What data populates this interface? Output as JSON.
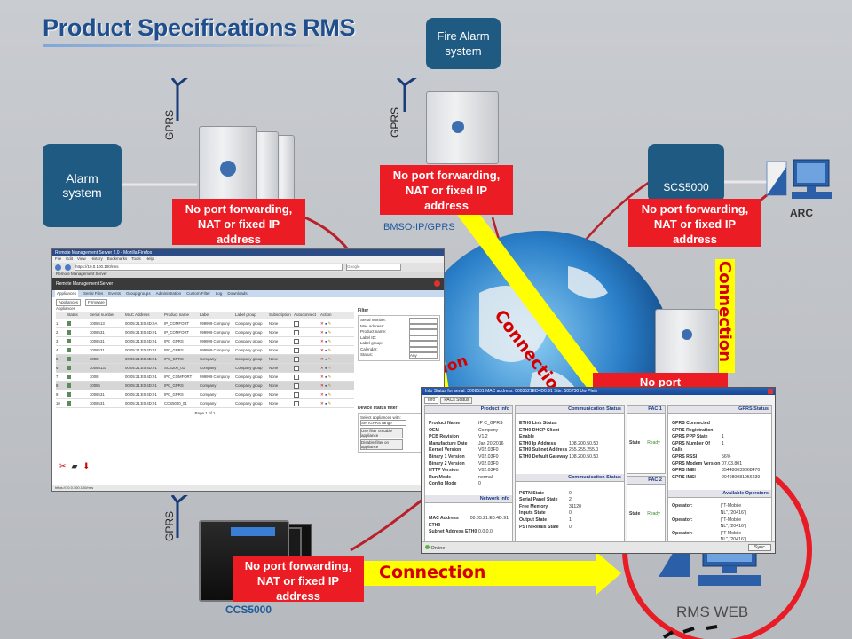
{
  "title": "Product Specifications RMS",
  "nodes": {
    "alarm_system": "Alarm system",
    "fire_alarm": "Fire Alarm system",
    "scs5000": "SCS5000",
    "arc": "ARC",
    "ccs5000": "CCS5000",
    "rms_web": "RMS WEB",
    "bmso": "BMSO-IP/GPRS",
    "gprs": "GPRS"
  },
  "labels": {
    "no_port": "No port forwarding, NAT or fixed IP address",
    "no_port_short": "No port",
    "connection": "Connection",
    "connection_partial": "ction"
  },
  "info_status": {
    "window_title": "Info Status for serial: 3008531 MAC address: 0003521ED4D0:91 Site: 505730 Uw Plein",
    "tabs": [
      "Info",
      "PACs Status"
    ],
    "sections": {
      "product": "Product Info",
      "comm": "Communication Status",
      "pac1": "PAC 1",
      "pac2": "PAC 2",
      "gprs": "GPRS Status",
      "network": "Network Info",
      "operators": "Available Operators"
    },
    "product_info": [
      {
        "k": "Product Name",
        "v": "IP C_GPRS"
      },
      {
        "k": "OEM",
        "v": "Company"
      },
      {
        "k": "PCB Revision",
        "v": "V1.2"
      },
      {
        "k": "Manufacture Date",
        "v": "Jan 20 2016"
      },
      {
        "k": "Kernel Version",
        "v": "V02.03F0"
      },
      {
        "k": "Binary 1 Version",
        "v": "V02.03F0"
      },
      {
        "k": "Binary 2 Version",
        "v": "V02.03F0"
      },
      {
        "k": "HTTP Version",
        "v": "V02.03F0"
      },
      {
        "k": "Run Mode",
        "v": "normal"
      },
      {
        "k": "Config Mode",
        "v": "0"
      }
    ],
    "eth_status": [
      {
        "k": "ETH0 Link Status",
        "v": ""
      },
      {
        "k": "ETH0 DHCP Client Enable",
        "v": ""
      },
      {
        "k": "ETH0 Ip Address",
        "v": "108.200.50.50"
      },
      {
        "k": "ETH0 Subnet Address",
        "v": "255.255.255.0"
      },
      {
        "k": "ETH0 Default Gateway",
        "v": "108.200.50.50"
      }
    ],
    "pstn_status": [
      {
        "k": "PSTN State",
        "v": "0"
      },
      {
        "k": "Serial Panel State",
        "v": "2"
      },
      {
        "k": "Free Memory",
        "v": "31120"
      },
      {
        "k": "Inputs State",
        "v": "0"
      },
      {
        "k": "Output State",
        "v": "1"
      },
      {
        "k": "PSTN Relais State",
        "v": "0"
      }
    ],
    "network_info": [
      {
        "k": "MAC Address ETH0",
        "v": "00:05:21:E0:4D:91"
      },
      {
        "k": "Subnet Address ETH0",
        "v": "0.0.0.0"
      }
    ],
    "gprs_status": [
      {
        "k": "GPRS Connected",
        "v": ""
      },
      {
        "k": "GPRS Registration",
        "v": ""
      },
      {
        "k": "GPRS PPP State",
        "v": "1"
      },
      {
        "k": "GPRS Number Of Calls",
        "v": "1"
      },
      {
        "k": "GPRS RSSI",
        "v": "56%"
      },
      {
        "k": "GPRS Modem Version",
        "v": "07.03.801"
      },
      {
        "k": "GPRS IMEI",
        "v": "354480039868470"
      },
      {
        "k": "GPRS IMSI",
        "v": "204080081956239"
      }
    ],
    "operators": [
      {
        "k": "Operator:",
        "v": "(\"T-Mobile NL\",\"20416\")"
      },
      {
        "k": "Operator:",
        "v": "(\"T-Mobile NL\",\"20416\")"
      },
      {
        "k": "Operator:",
        "v": "(\"T-Mobile NL\",\"20416\")"
      }
    ],
    "pac_state_label": "State",
    "pac_state_value": "Ready",
    "status_text": "Online",
    "sync_button": "Sync"
  },
  "rms_screen": {
    "browser_title": "Remote Management Server 2.0 - Mozilla Firefox",
    "menu": [
      "File",
      "Edit",
      "View",
      "History",
      "Bookmarks",
      "Tools",
      "Help"
    ],
    "url": "https://10.0.100.100/rms",
    "search_placeholder": "Google",
    "tab_label": "Remote Management Server",
    "app_title": "Remote Management Server",
    "nav": [
      "Appliances",
      "Serial Files",
      "Events",
      "Group groups",
      "Administration",
      "Custom Filter",
      "Log",
      "Downloads"
    ],
    "sub_nav": [
      "Appliances",
      "Firmware"
    ],
    "section_label": "Appliances",
    "table_headers": [
      "",
      "Status",
      "Serial number",
      "MAC Address",
      "Product name",
      "Label",
      "Label group",
      "Subscription",
      "Autoconnect",
      "Action"
    ],
    "rows": [
      {
        "n": "1",
        "serial": "3008513",
        "mac": "00:05:21:E0:4D:9A",
        "product": "IP_COMFORT",
        "label": "999999 Company",
        "group": "Company group",
        "sub": "None"
      },
      {
        "n": "2",
        "serial": "3008531",
        "mac": "00:05:21:E0:4D:91",
        "product": "IP_COMFORT",
        "label": "999999 Company",
        "group": "Company group",
        "sub": "None"
      },
      {
        "n": "3",
        "serial": "3008531",
        "mac": "00:05:21:E0:4D:91",
        "product": "IPC_GPRS",
        "label": "999999 Company",
        "group": "Company group",
        "sub": "None"
      },
      {
        "n": "4",
        "serial": "3008531",
        "mac": "00:05:21:E0:4D:91",
        "product": "IPC_GPRS",
        "label": "999999 Company",
        "group": "Company group",
        "sub": "None"
      },
      {
        "n": "5",
        "serial": "3008",
        "mac": "00:05:21:E0:4D:91",
        "product": "IPC_GPRS",
        "label": "Company",
        "group": "Company group",
        "sub": "None"
      },
      {
        "n": "6",
        "serial": "30085131",
        "mac": "00:05:21:E0:4D:91",
        "product": "SCS200_01",
        "label": "Company",
        "group": "Company group",
        "sub": "None"
      },
      {
        "n": "7",
        "serial": "3008",
        "mac": "00:05:21:E0:4D:91",
        "product": "IPC_COMFORT",
        "label": "999999 Company",
        "group": "Company group",
        "sub": "None"
      },
      {
        "n": "8",
        "serial": "30085",
        "mac": "00:05:21:E0:4D:91",
        "product": "IPC_GPRS",
        "label": "Company",
        "group": "Company group",
        "sub": "None"
      },
      {
        "n": "9",
        "serial": "3008531",
        "mac": "00:05:21:E0:4D:91",
        "product": "IPC_GPRS",
        "label": "Company",
        "group": "Company group",
        "sub": "None"
      },
      {
        "n": "10",
        "serial": "3008531",
        "mac": "00:05:21:E0:4D:91",
        "product": "CCS5000_01",
        "label": "Company",
        "group": "Company group",
        "sub": "None"
      }
    ],
    "pager": "Page 1 of 1",
    "filter_title": "Filter",
    "filter_fields": [
      "Serial number:",
      "Mac address:",
      "Product name:",
      "Label ID:",
      "Label group:",
      "Calendar:",
      "Status:"
    ],
    "filter_status_value": "Any",
    "device_filter_title": "Device status filter",
    "device_filter_label": "Select appliances with:",
    "device_filter_value": "Set IGPRS range",
    "device_filter_buttons": [
      "Use filter on table appliance",
      "Disable filter on appliance"
    ],
    "status_bar": "https://10.0.100.100/rms"
  },
  "colors": {
    "red_label": "#ec1c24",
    "node_blue": "#1f5a82",
    "title_blue": "#1f4f8c",
    "connection_yellow": "#ffff00",
    "connection_text": "#d40000"
  }
}
